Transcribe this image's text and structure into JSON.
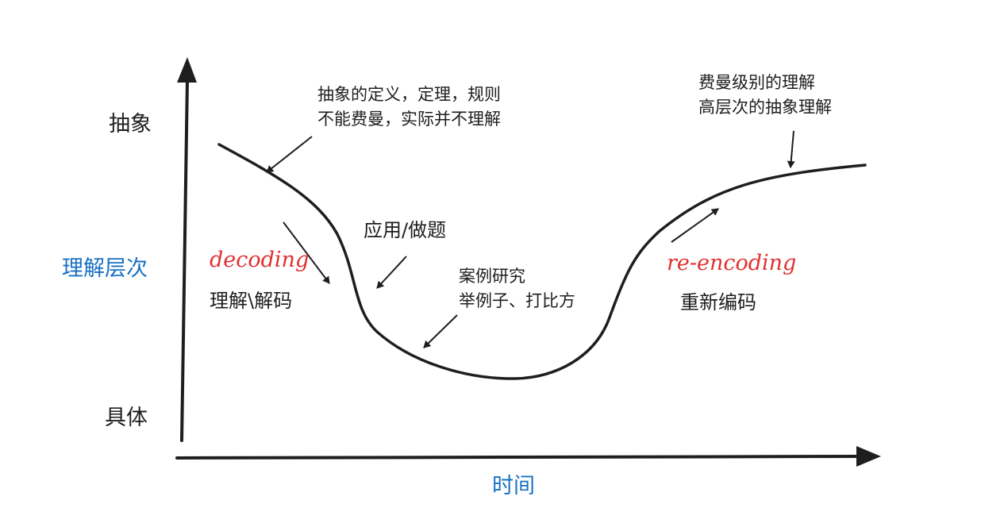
{
  "colors": {
    "ink": "#1e1e1e",
    "axis_label_blue": "#1971c2",
    "script_red": "#e03131",
    "background": "#ffffff"
  },
  "axes": {
    "y_top": "抽象",
    "y_middle": "理解层次",
    "y_bottom": "具体",
    "x": "时间"
  },
  "annotations": {
    "abstract_definitions": {
      "line1": "抽象的定义，定理，规则",
      "line2": "不能费曼，实际并不理解"
    },
    "feynman_level": {
      "line1": "费曼级别的理解",
      "line2": "高层次的抽象理解"
    },
    "application": "应用/做题",
    "case_study": {
      "line1": "案例研究",
      "line2": "举例子、打比方"
    },
    "decoding": {
      "term": "decoding",
      "desc": "理解\\解码"
    },
    "re_encoding": {
      "term": "re-encoding",
      "desc": "重新编码"
    }
  }
}
